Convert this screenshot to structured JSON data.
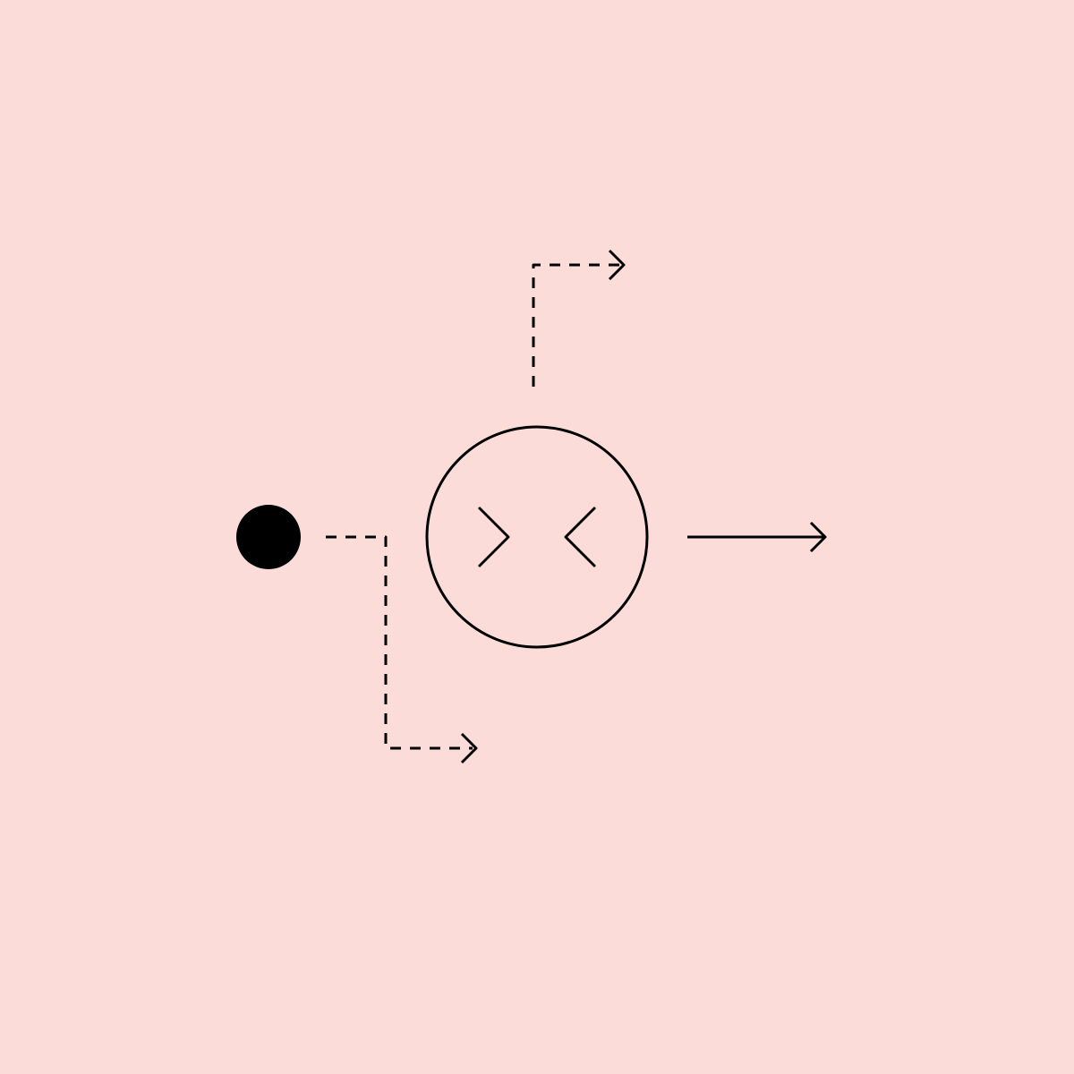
{
  "colors": {
    "background": "#fcdcd8",
    "ink": "#000000"
  },
  "diagram": {
    "source": {
      "shape": "filled-circle"
    },
    "process": {
      "shape": "outlined-circle",
      "inner_symbol": "merge-chevrons"
    },
    "connectors": [
      {
        "id": "input-branch",
        "style": "dashed",
        "role": "source-to-lower-output"
      },
      {
        "id": "upper-branch",
        "style": "dashed",
        "role": "process-to-upper-output"
      },
      {
        "id": "main-output",
        "style": "solid",
        "role": "process-output"
      }
    ]
  }
}
